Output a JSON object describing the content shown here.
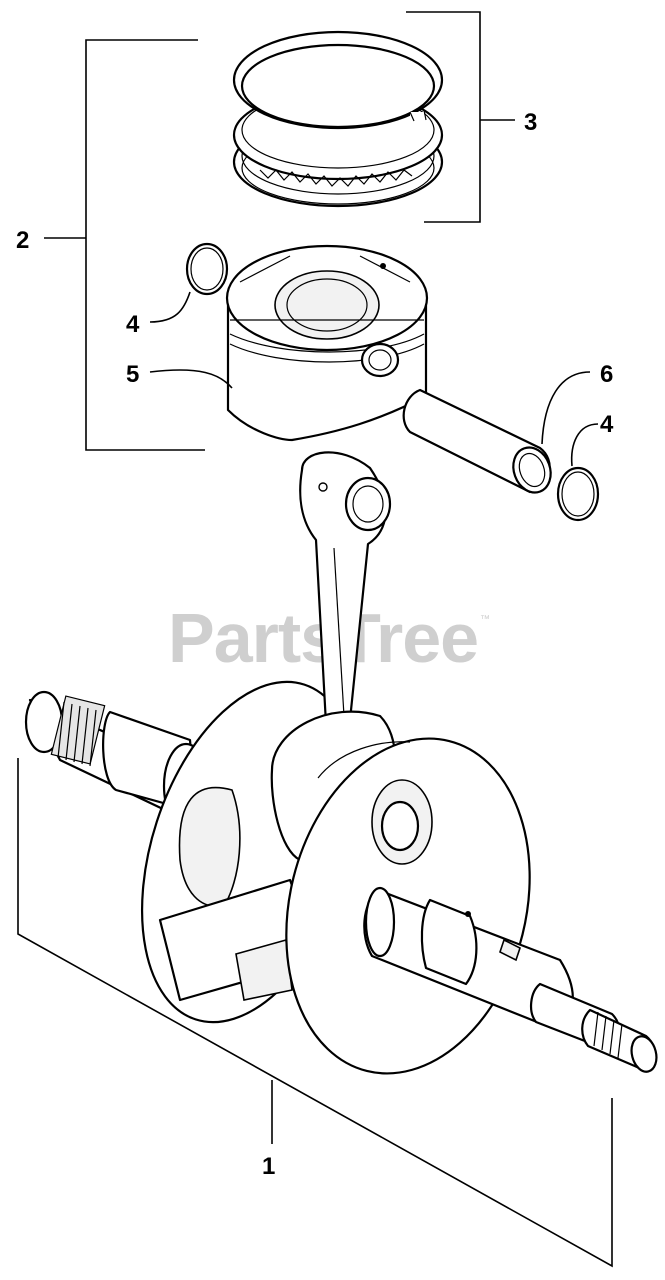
{
  "diagram": {
    "callouts": [
      {
        "id": "c1",
        "label": "1"
      },
      {
        "id": "c2",
        "label": "2"
      },
      {
        "id": "c3",
        "label": "3"
      },
      {
        "id": "c4a",
        "label": "4"
      },
      {
        "id": "c4b",
        "label": "4"
      },
      {
        "id": "c5",
        "label": "5"
      },
      {
        "id": "c6",
        "label": "6"
      }
    ],
    "parts": [
      {
        "callout": "1",
        "icon": "crankshaft-connecting-rod-assembly"
      },
      {
        "callout": "2",
        "icon": "piston-assembly-bracket"
      },
      {
        "callout": "3",
        "icon": "piston-ring-set"
      },
      {
        "callout": "4",
        "icon": "circlip"
      },
      {
        "callout": "5",
        "icon": "piston"
      },
      {
        "callout": "6",
        "icon": "piston-pin"
      }
    ]
  },
  "watermark": {
    "text": "PartsTree",
    "trademark": "™",
    "color": "#cfcfcf"
  },
  "colors": {
    "line": "#000000",
    "background": "#ffffff"
  }
}
